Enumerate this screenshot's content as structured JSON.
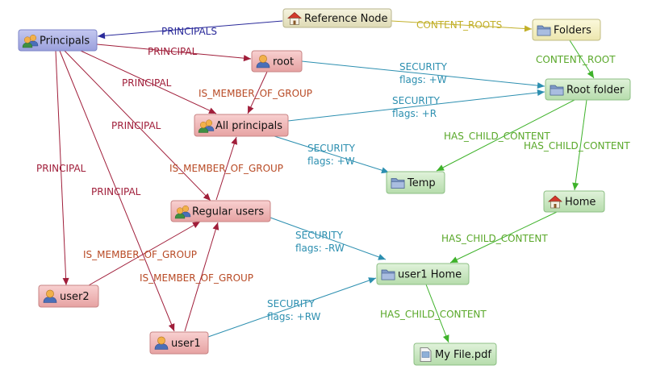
{
  "colors": {
    "blue_edge": "#2a2a9a",
    "olive_edge": "#c2b02a",
    "red_edge": "#a01e3a",
    "orange_label": "#b84a25",
    "teal_edge": "#2c8fb0",
    "green_edge": "#3eb22a",
    "green_label": "#5aa82a",
    "principal_fill": "#a4aae0",
    "principal_stroke": "#7c84c8",
    "refnode_fill": "#ece8c8",
    "refnode_stroke": "#b8b48c",
    "folders_fill": "#f4f0c4",
    "folders_stroke": "#c0bb82",
    "user_fill": "#f0b4b4",
    "user_stroke": "#c88484",
    "content_fill": "#c4e4bc",
    "content_stroke": "#8cbf84"
  },
  "nodes": [
    {
      "id": "refnode",
      "label": "Reference Node",
      "kind": "refnode",
      "icon": "house-icon"
    },
    {
      "id": "principals",
      "label": "Principals",
      "kind": "principal",
      "icon": "group-icon"
    },
    {
      "id": "folders",
      "label": "Folders",
      "kind": "folders",
      "icon": "folder-icon"
    },
    {
      "id": "root",
      "label": "root",
      "kind": "user",
      "icon": "person-icon"
    },
    {
      "id": "rootfolder",
      "label": "Root folder",
      "kind": "content",
      "icon": "folder-icon"
    },
    {
      "id": "allprincipals",
      "label": "All principals",
      "kind": "user",
      "icon": "group-icon"
    },
    {
      "id": "temp",
      "label": "Temp",
      "kind": "content",
      "icon": "folder-icon"
    },
    {
      "id": "home",
      "label": "Home",
      "kind": "content",
      "icon": "house-icon"
    },
    {
      "id": "regularusers",
      "label": "Regular users",
      "kind": "user",
      "icon": "group-icon"
    },
    {
      "id": "user1home",
      "label": "user1 Home",
      "kind": "content",
      "icon": "folder-icon"
    },
    {
      "id": "user2",
      "label": "user2",
      "kind": "user",
      "icon": "person-icon"
    },
    {
      "id": "user1",
      "label": "user1",
      "kind": "user",
      "icon": "person-icon"
    },
    {
      "id": "myfile",
      "label": "My File.pdf",
      "kind": "content",
      "icon": "file-icon"
    }
  ],
  "edges": [
    {
      "from": "refnode",
      "to": "principals",
      "lines": [
        "PRINCIPALS"
      ],
      "color": "blue"
    },
    {
      "from": "refnode",
      "to": "folders",
      "lines": [
        "CONTENT_ROOTS"
      ],
      "color": "olive"
    },
    {
      "from": "folders",
      "to": "rootfolder",
      "lines": [
        "CONTENT_ROOT"
      ],
      "color": "green"
    },
    {
      "from": "principals",
      "to": "root",
      "lines": [
        "PRINCIPAL"
      ],
      "color": "red"
    },
    {
      "from": "principals",
      "to": "allprincipals",
      "lines": [
        "PRINCIPAL"
      ],
      "color": "red"
    },
    {
      "from": "principals",
      "to": "regularusers",
      "lines": [
        "PRINCIPAL"
      ],
      "color": "red"
    },
    {
      "from": "principals",
      "to": "user2",
      "lines": [
        "PRINCIPAL"
      ],
      "color": "red"
    },
    {
      "from": "principals",
      "to": "user1",
      "lines": [
        "PRINCIPAL"
      ],
      "color": "red"
    },
    {
      "from": "root",
      "to": "allprincipals",
      "lines": [
        "IS_MEMBER_OF_GROUP"
      ],
      "color": "red"
    },
    {
      "from": "regularusers",
      "to": "allprincipals",
      "lines": [
        "IS_MEMBER_OF_GROUP"
      ],
      "color": "red"
    },
    {
      "from": "user2",
      "to": "regularusers",
      "lines": [
        "IS_MEMBER_OF_GROUP"
      ],
      "color": "red"
    },
    {
      "from": "user1",
      "to": "regularusers",
      "lines": [
        "IS_MEMBER_OF_GROUP"
      ],
      "color": "red"
    },
    {
      "from": "root",
      "to": "rootfolder",
      "lines": [
        "SECURITY",
        "flags: +W"
      ],
      "color": "teal"
    },
    {
      "from": "allprincipals",
      "to": "rootfolder",
      "lines": [
        "SECURITY",
        "flags: +R"
      ],
      "color": "teal"
    },
    {
      "from": "allprincipals",
      "to": "temp",
      "lines": [
        "SECURITY",
        "flags: +W"
      ],
      "color": "teal"
    },
    {
      "from": "regularusers",
      "to": "user1home",
      "lines": [
        "SECURITY",
        "flags: -RW"
      ],
      "color": "teal"
    },
    {
      "from": "user1",
      "to": "user1home",
      "lines": [
        "SECURITY",
        "flags: +RW"
      ],
      "color": "teal"
    },
    {
      "from": "rootfolder",
      "to": "temp",
      "lines": [
        "HAS_CHILD_CONTENT"
      ],
      "color": "green"
    },
    {
      "from": "rootfolder",
      "to": "home",
      "lines": [
        "HAS_CHILD_CONTENT"
      ],
      "color": "green"
    },
    {
      "from": "home",
      "to": "user1home",
      "lines": [
        "HAS_CHILD_CONTENT"
      ],
      "color": "green"
    },
    {
      "from": "user1home",
      "to": "myfile",
      "lines": [
        "HAS_CHILD_CONTENT"
      ],
      "color": "green"
    }
  ]
}
